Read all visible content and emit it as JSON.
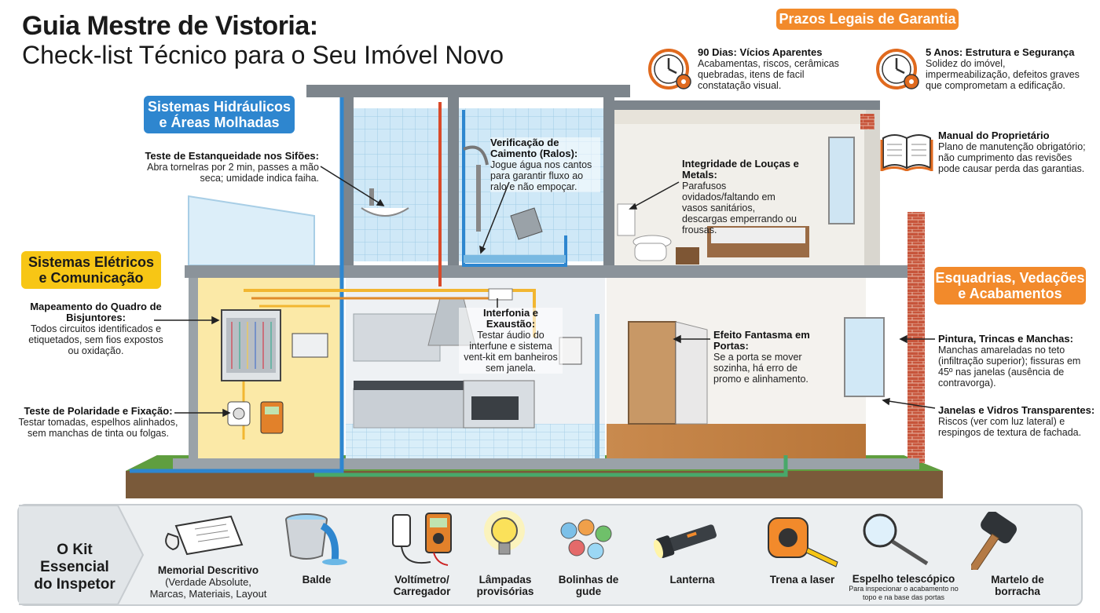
{
  "title": {
    "main": "Guia Mestre de Vistoria:",
    "sub": "Check-list Técnico para o Seu Imóvel Novo"
  },
  "warranty": {
    "header": "Prazos Legais de Garantia",
    "days90": {
      "title": "90 Dias: Vícios Aparentes",
      "text": "Acabamentas, riscos, cerâmicas quebradas, itens de facil constatação visual."
    },
    "years5": {
      "title": "5 Anos: Estrutura e Segurança",
      "text": "Solidez do imóvel, impermeabilização, defeitos graves que comprometam a edificação."
    },
    "manual": {
      "title": "Manual do Proprietário",
      "text": "Plano de manutenção obrigatório; não cumprimento das revisões pode causar perda das garantias."
    }
  },
  "sections": {
    "hydraulic": [
      "Sistemas Hidráulicos",
      "e Áreas Molhadas"
    ],
    "electric": [
      "Sistemas Elétricos",
      "e Comunicação"
    ],
    "frames": [
      "Esquadrias, Vedações",
      "e Acabamentos"
    ]
  },
  "callouts": {
    "siphon": {
      "title": "Teste de Estanqueidade nos Sifões:",
      "text": "Abra tornelras por 2 min, passes  a mão seca; umidade indica faiha."
    },
    "drain": {
      "title": "Verificação de Caimento (Ralos):",
      "text": "Jogue água nos cantos para garantir fluxo ao ralo e não empoçar."
    },
    "fixtures": {
      "title": "Integridade de Louças e Metals:",
      "text": "Parafusos ovidados/faltando em vasos sanitários, descargas emperrando ou frousas."
    },
    "panel": {
      "title": "Mapeamento do Quadro de Bisjuntores:",
      "text": "Todos circuitos identificados e etiquetados, sem fios expostos ou oxidação."
    },
    "intercom": {
      "title": "Interfonia e Exaustão:",
      "text": "Testar áudio do interfune e sistema vent-kit em banheiros sem janela."
    },
    "door": {
      "title": "Efeito Fantasma em Portas:",
      "text": "Se a porta se mover sozinha, há erro de promo e alinhamento."
    },
    "paint": {
      "title": "Pintura, Trincas e Manchas:",
      "text": "Manchas amareladas no teto (infiltração superior); fissuras em 45º nas janelas (ausência de contravorga)."
    },
    "polarity": {
      "title": "Teste de Polaridade e Fixação:",
      "text": "Testar tomadas, espelhos alinhados, sem manchas de tinta ou folgas."
    },
    "windows": {
      "title": "Janelas e Vidros Transparentes:",
      "text": "Riscos (ver com luz lateral) e respingos de textura de fachada."
    }
  },
  "kit": {
    "title": [
      "O Kit Essencial",
      "do Inspetor"
    ],
    "items": [
      {
        "label": "Memorial Descritivo",
        "sub": "(Verdade Absolute, Marcas, Materiais, Layout",
        "icon": "document-icon"
      },
      {
        "label": "Balde",
        "icon": "bucket-icon"
      },
      {
        "label": "Voltímetro/ Carregador",
        "icon": "multimeter-icon"
      },
      {
        "label": "Lâmpadas provisórias",
        "icon": "lightbulb-icon"
      },
      {
        "label": "Bolinhas de gude",
        "icon": "marbles-icon"
      },
      {
        "label": "Lanterna",
        "icon": "flashlight-icon"
      },
      {
        "label": "Trena a laser",
        "icon": "tape-measure-icon"
      },
      {
        "label": "Espelho telescópico",
        "sub": "Para inspecionar o acabamento no topo e na base das portas",
        "icon": "telescopic-mirror-icon"
      },
      {
        "label": "Martelo de borracha",
        "icon": "rubber-mallet-icon"
      }
    ]
  },
  "colors": {
    "orange": "#f28a2b",
    "blue": "#2e86cf",
    "yellow": "#f7c615"
  }
}
